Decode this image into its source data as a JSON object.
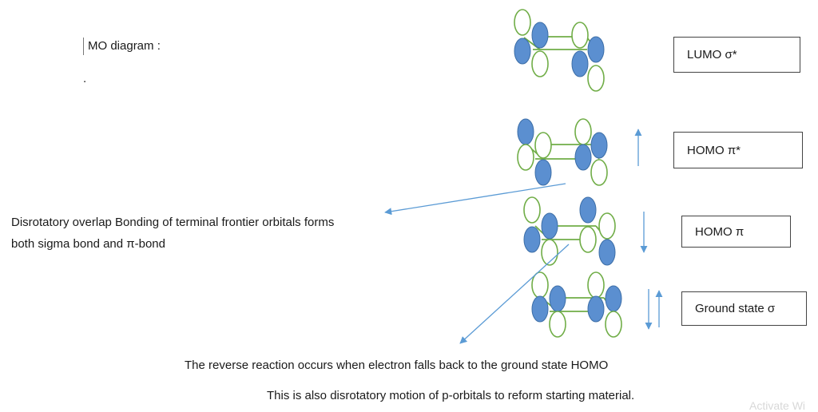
{
  "heading": "MO diagram :",
  "dot": ".",
  "levels": [
    {
      "label": "LUMO σ*"
    },
    {
      "label": "HOMO π*"
    },
    {
      "label": "HOMO π"
    },
    {
      "label": "Ground state σ"
    }
  ],
  "annotations": {
    "disrotatory_line1": "Disrotatory overlap Bonding of terminal frontier orbitals forms",
    "disrotatory_line2": "both sigma bond and π-bond",
    "reverse_reaction": "The reverse reaction occurs when electron falls back to the ground state HOMO",
    "disrotatory_motion": "This is also disrotatory motion of p-orbitals to reform starting material."
  },
  "watermark": "Activate Wi",
  "colors": {
    "filled_lobe": "#5b8fd0",
    "lobe_outline": "#3d6fa8",
    "open_lobe": "#70ad47",
    "bond": "#70ad47",
    "arrow": "#5b9bd5"
  }
}
